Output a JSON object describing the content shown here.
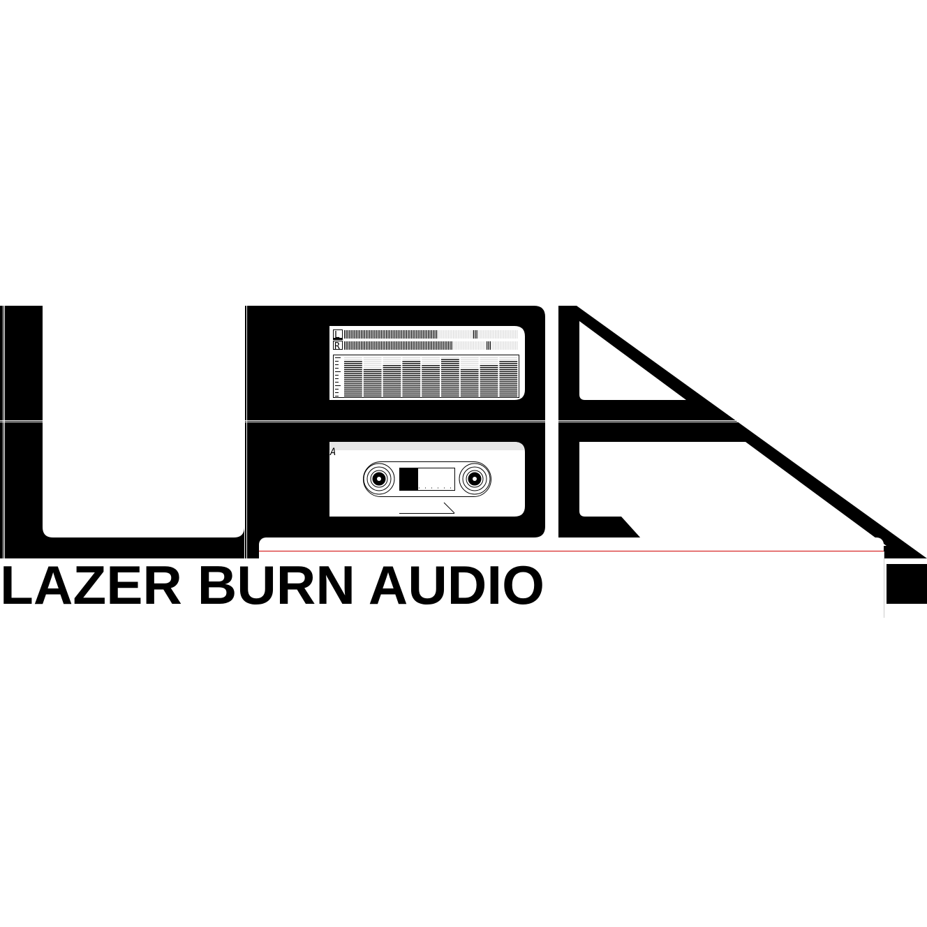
{
  "logo": {
    "wordmark": "LAZER BURN AUDIO",
    "monogram": "LBA"
  },
  "meters": {
    "left_label": "L",
    "right_label": "R",
    "left_level": 0.53,
    "left_peak": 0.75,
    "right_level": 0.62,
    "right_peak": 0.83
  },
  "equalizer": {
    "band_levels": [
      0.9,
      0.72,
      0.8,
      0.9,
      0.8,
      0.97,
      0.72,
      0.8,
      0.9
    ]
  },
  "cassette": {
    "side_label": "A"
  },
  "colors": {
    "ink": "#000000",
    "paper": "#ffffff",
    "inactive": "#dcdcdc",
    "header_strip": "#e6e6e6",
    "guide_line": "#d00000"
  }
}
